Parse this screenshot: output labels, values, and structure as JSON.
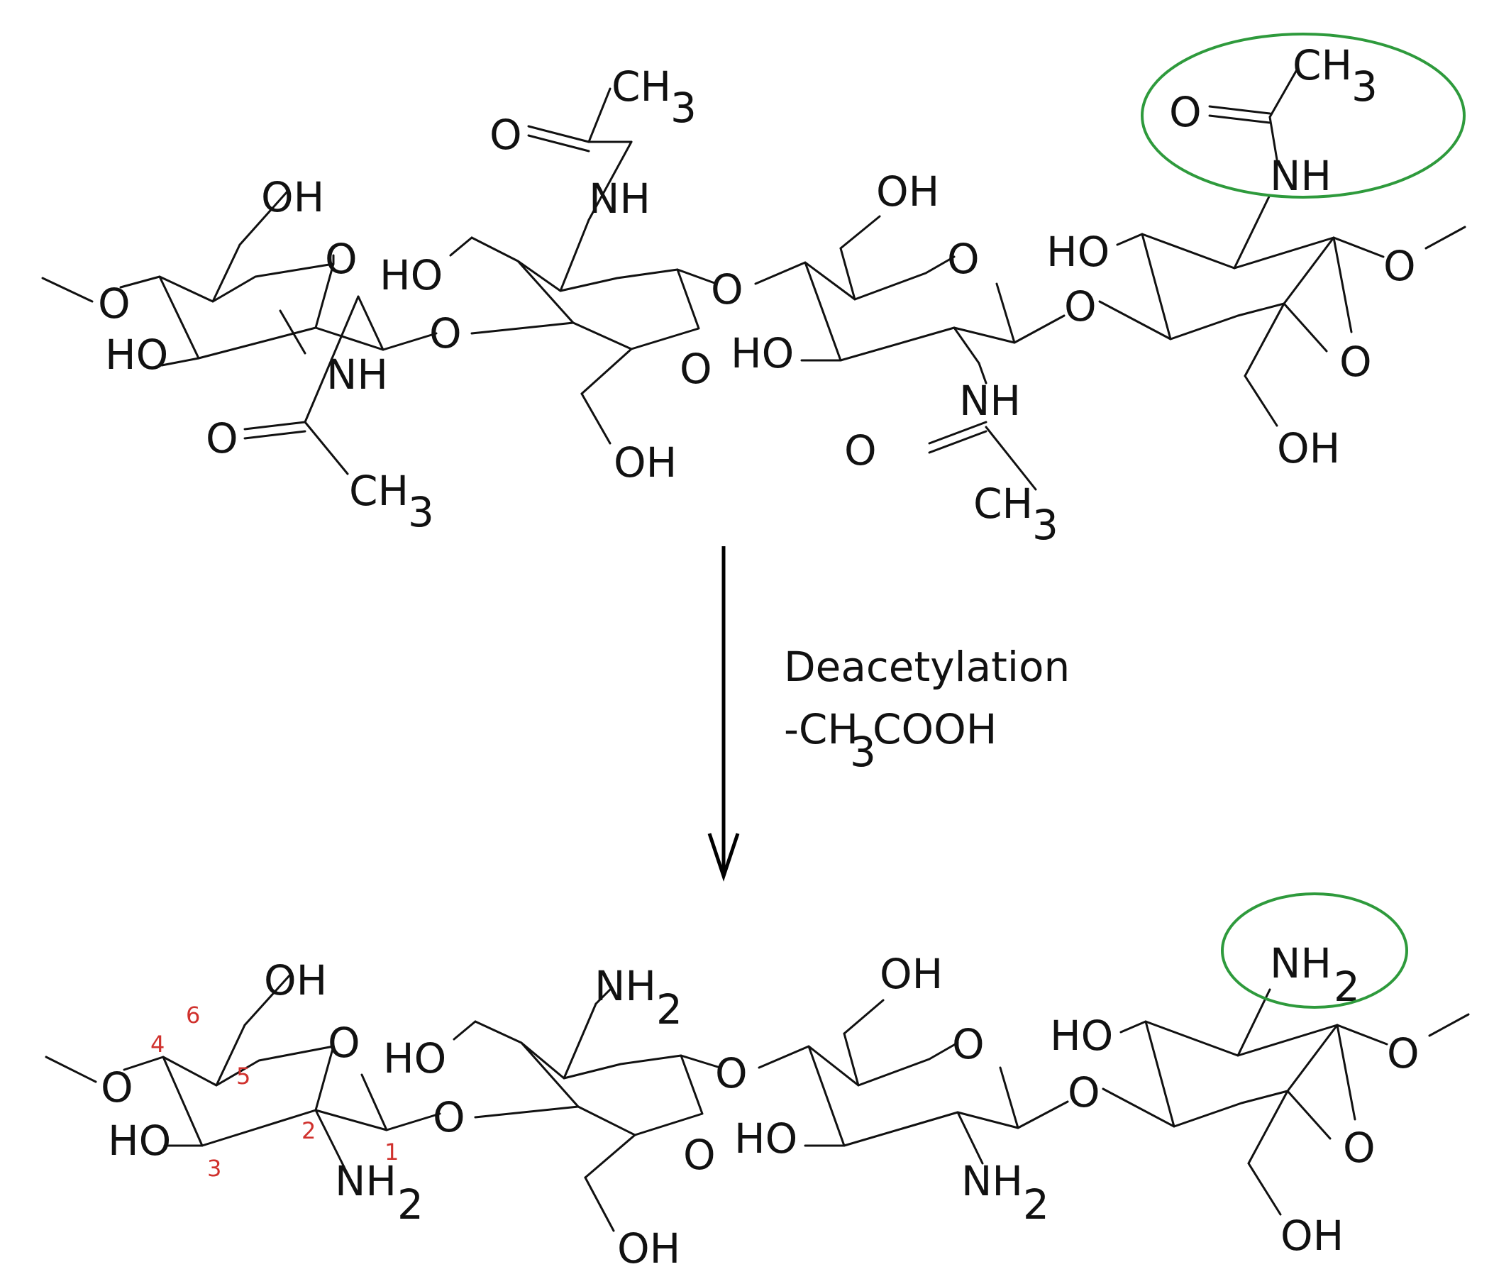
{
  "reaction": {
    "label_line1": "Deacetylation",
    "label_line2_prefix": "-CH",
    "label_line2_sub": "3",
    "label_line2_suffix": "COOH"
  },
  "atoms": {
    "O": "O",
    "HO": "HO",
    "OH": "OH",
    "NH": "NH",
    "CH": "CH",
    "three": "3",
    "NH2_base": "NH",
    "two": "2"
  },
  "carbon_numbers": [
    "1",
    "2",
    "3",
    "4",
    "5",
    "6"
  ],
  "colors": {
    "highlight": "#2e9a3c",
    "carbon_numbers": "#d0312d",
    "ink": "#111111"
  }
}
